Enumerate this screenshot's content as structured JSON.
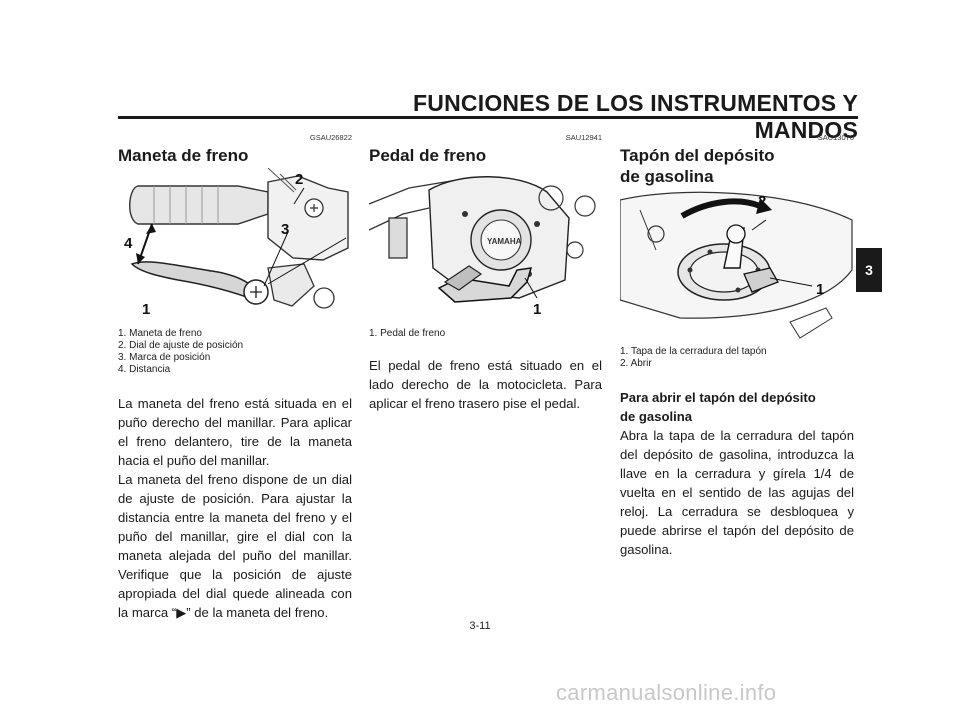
{
  "header": {
    "title": "FUNCIONES DE LOS INSTRUMENTOS Y MANDOS"
  },
  "side_tab": {
    "label": "3"
  },
  "page_number": "3-11",
  "watermark": "carmanualsonline.info",
  "col1": {
    "code": "GSAU26822",
    "heading": "Maneta de freno",
    "figure_labels": [
      "1",
      "2",
      "3",
      "4"
    ],
    "captions": [
      "1. Maneta de freno",
      "2. Dial de ajuste de posición",
      "3. Marca de posición",
      "4. Distancia"
    ],
    "para1": "La maneta del freno está situada en el puño derecho del manillar. Para aplicar el freno delantero, tire de la maneta hacia el puño del manillar.",
    "para2": "La maneta del freno dispone de un dial de ajuste de posición. Para ajustar la distancia entre la maneta del freno y el puño del manillar, gire el dial con la maneta alejada del puño del manillar. Verifique que la posición de ajuste apropiada del dial quede alineada con la marca “▶” de la maneta del freno."
  },
  "col2": {
    "code": "SAU12941",
    "heading": "Pedal de freno",
    "figure_labels": [
      "1"
    ],
    "captions": [
      "1. Pedal de freno"
    ],
    "para1": "El pedal de freno está situado en el lado derecho de la motocicleta. Para aplicar el freno trasero pise el pedal."
  },
  "col3": {
    "code": "SAU13070",
    "heading_line1": "Tapón del depósito",
    "heading_line2": "de gasolina",
    "figure_labels": [
      "1",
      "2"
    ],
    "captions": [
      "1. Tapa de la cerradura del tapón",
      "2. Abrir"
    ],
    "subheading_line1": "Para abrir el tapón del depósito",
    "subheading_line2": "de gasolina",
    "para1": "Abra la tapa de la cerradura del tapón del depósito de gasolina, introduzca la llave en la cerradura y gírela 1/4 de vuelta en el sentido de las agujas del reloj. La cerradura se desbloquea y puede abrirse el tapón del depósito de gasolina."
  }
}
